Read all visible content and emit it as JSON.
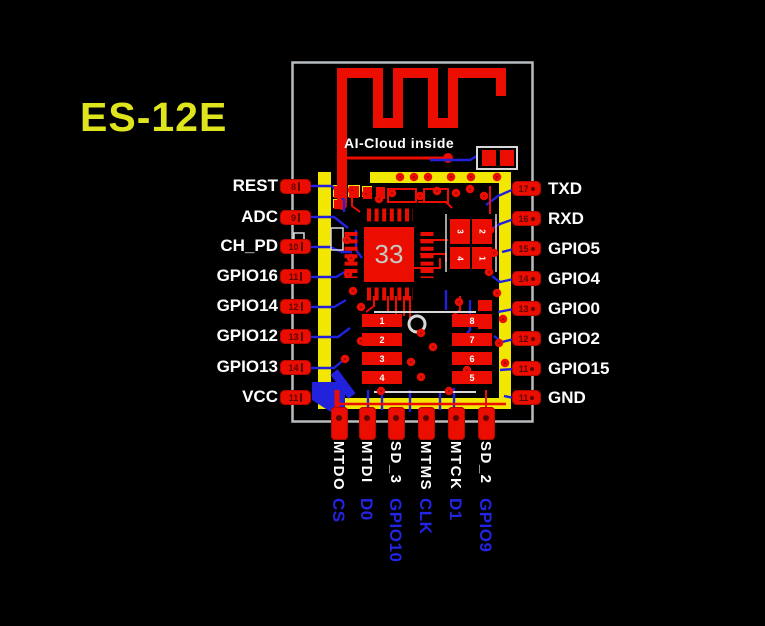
{
  "title": "ES-12E",
  "module": {
    "silkscreen_text": "AI-Cloud inside",
    "chip_label": "33"
  },
  "pins": {
    "left": [
      {
        "label": "REST",
        "pad": "8"
      },
      {
        "label": "ADC",
        "pad": "9"
      },
      {
        "label": "CH_PD",
        "pad": "10"
      },
      {
        "label": "GPIO16",
        "pad": "11"
      },
      {
        "label": "GPIO14",
        "pad": "12"
      },
      {
        "label": "GPIO12",
        "pad": "13"
      },
      {
        "label": "GPIO13",
        "pad": "14"
      },
      {
        "label": "VCC",
        "pad": "11"
      }
    ],
    "right": [
      {
        "label": "TXD",
        "pad": "17"
      },
      {
        "label": "RXD",
        "pad": "16"
      },
      {
        "label": "GPIO5",
        "pad": "15"
      },
      {
        "label": "GPIO4",
        "pad": "14"
      },
      {
        "label": "GPIO0",
        "pad": "13"
      },
      {
        "label": "GPIO2",
        "pad": "12"
      },
      {
        "label": "GPIO15",
        "pad": "11"
      },
      {
        "label": "GND",
        "pad": "11"
      }
    ],
    "bottom": [
      {
        "label": "MTDO",
        "alt": "CS"
      },
      {
        "label": "MTDI",
        "alt": "D0"
      },
      {
        "label": "SD_3",
        "alt": "GPIO10"
      },
      {
        "label": "MTMS",
        "alt": "CLK"
      },
      {
        "label": "MTCK",
        "alt": "D1"
      },
      {
        "label": "SD_2",
        "alt": "GPIO9"
      }
    ]
  },
  "flash_pads": {
    "left": [
      "1",
      "2",
      "3",
      "4"
    ],
    "right": [
      "8",
      "7",
      "6",
      "5"
    ]
  },
  "crystal_pads": [
    "3",
    "2",
    "4",
    "1"
  ],
  "colors": {
    "title": "#dfe51c",
    "pcb_red": "#ea0d00",
    "trace_blue": "#2222dd",
    "pcb_yellow": "#f2e700",
    "border_gray": "#b9bdbf",
    "silk_white": "#ffffff",
    "alt_blue": "#2424e4",
    "pad_number": "#5e0600",
    "chip_text": "#c4c9c4"
  }
}
